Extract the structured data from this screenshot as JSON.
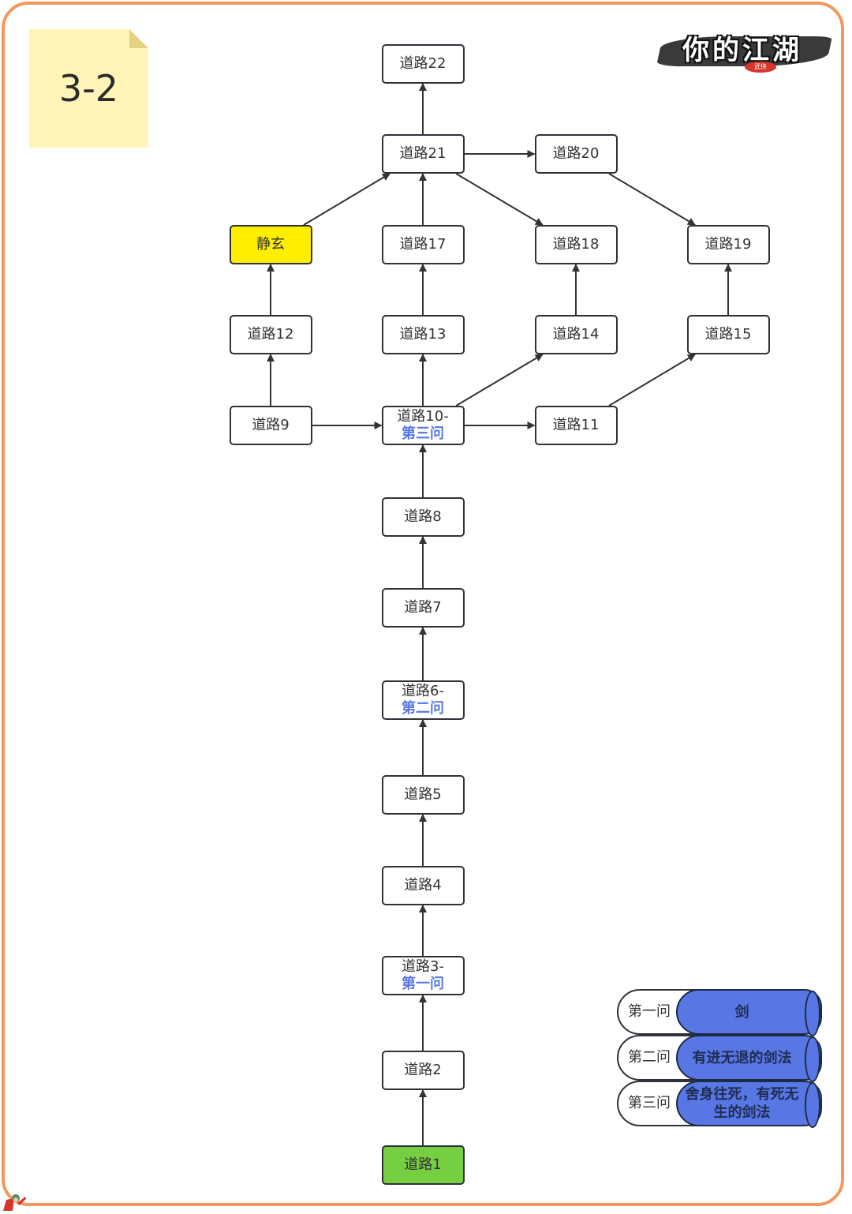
{
  "page": {
    "label": "3-2",
    "logo": {
      "title": "你的江湖",
      "badge": "武侠"
    }
  },
  "colors": {
    "frame": "#f4975a",
    "sticky_note": "#fff5b8",
    "start_node": "#76cf40",
    "highlight_node": "#ffee00",
    "question_text": "#5877e4",
    "legend_cylinder": "#5877e4",
    "edge": "#333333"
  },
  "diagram": {
    "nodes": [
      {
        "id": "n22",
        "label": "道路22",
        "sub": "",
        "col": 1,
        "row": 0,
        "style": "default"
      },
      {
        "id": "n21",
        "label": "道路21",
        "sub": "",
        "col": 1,
        "row": 1,
        "style": "default"
      },
      {
        "id": "n20",
        "label": "道路20",
        "sub": "",
        "col": 2,
        "row": 1,
        "style": "default"
      },
      {
        "id": "jingxuan",
        "label": "静玄",
        "sub": "",
        "col": 0,
        "row": 2,
        "style": "yellow"
      },
      {
        "id": "n17",
        "label": "道路17",
        "sub": "",
        "col": 1,
        "row": 2,
        "style": "default"
      },
      {
        "id": "n18",
        "label": "道路18",
        "sub": "",
        "col": 2,
        "row": 2,
        "style": "default"
      },
      {
        "id": "n19",
        "label": "道路19",
        "sub": "",
        "col": 3,
        "row": 2,
        "style": "default"
      },
      {
        "id": "n12",
        "label": "道路12",
        "sub": "",
        "col": 0,
        "row": 3,
        "style": "default"
      },
      {
        "id": "n13",
        "label": "道路13",
        "sub": "",
        "col": 1,
        "row": 3,
        "style": "default"
      },
      {
        "id": "n14",
        "label": "道路14",
        "sub": "",
        "col": 2,
        "row": 3,
        "style": "default"
      },
      {
        "id": "n15",
        "label": "道路15",
        "sub": "",
        "col": 3,
        "row": 3,
        "style": "default"
      },
      {
        "id": "n9",
        "label": "道路9",
        "sub": "",
        "col": 0,
        "row": 4,
        "style": "default"
      },
      {
        "id": "n10",
        "label": "道路10-",
        "sub": "第三问",
        "col": 1,
        "row": 4,
        "style": "default"
      },
      {
        "id": "n11",
        "label": "道路11",
        "sub": "",
        "col": 2,
        "row": 4,
        "style": "default"
      },
      {
        "id": "n8",
        "label": "道路8",
        "sub": "",
        "col": 1,
        "row": 5,
        "style": "default"
      },
      {
        "id": "n7",
        "label": "道路7",
        "sub": "",
        "col": 1,
        "row": 6,
        "style": "default"
      },
      {
        "id": "n6",
        "label": "道路6-",
        "sub": "第二问",
        "col": 1,
        "row": 7,
        "style": "default"
      },
      {
        "id": "n5",
        "label": "道路5",
        "sub": "",
        "col": 1,
        "row": 8,
        "style": "default"
      },
      {
        "id": "n4",
        "label": "道路4",
        "sub": "",
        "col": 1,
        "row": 9,
        "style": "default"
      },
      {
        "id": "n3",
        "label": "道路3-",
        "sub": "第一问",
        "col": 1,
        "row": 10,
        "style": "default"
      },
      {
        "id": "n2",
        "label": "道路2",
        "sub": "",
        "col": 1,
        "row": 11,
        "style": "default"
      },
      {
        "id": "n1",
        "label": "道路1",
        "sub": "",
        "col": 1,
        "row": 12,
        "style": "green"
      }
    ],
    "edges": [
      [
        "n1",
        "n2"
      ],
      [
        "n2",
        "n3"
      ],
      [
        "n3",
        "n4"
      ],
      [
        "n4",
        "n5"
      ],
      [
        "n5",
        "n6"
      ],
      [
        "n6",
        "n7"
      ],
      [
        "n7",
        "n8"
      ],
      [
        "n8",
        "n10"
      ],
      [
        "n9",
        "n10"
      ],
      [
        "n9",
        "n12"
      ],
      [
        "n10",
        "n13"
      ],
      [
        "n10",
        "n14"
      ],
      [
        "n10",
        "n11"
      ],
      [
        "n11",
        "n15"
      ],
      [
        "n12",
        "jingxuan"
      ],
      [
        "n13",
        "n17"
      ],
      [
        "n14",
        "n18"
      ],
      [
        "n15",
        "n19"
      ],
      [
        "jingxuan",
        "n21"
      ],
      [
        "n17",
        "n21"
      ],
      [
        "n21",
        "n22"
      ],
      [
        "n21",
        "n20"
      ],
      [
        "n21",
        "n18"
      ],
      [
        "n20",
        "n19"
      ]
    ]
  },
  "legend": [
    {
      "question": "第一问",
      "answer": "剑"
    },
    {
      "question": "第二问",
      "answer": "有进无退的剑法"
    },
    {
      "question": "第三问",
      "answer": "舍身往死，有死无生的剑法"
    }
  ]
}
